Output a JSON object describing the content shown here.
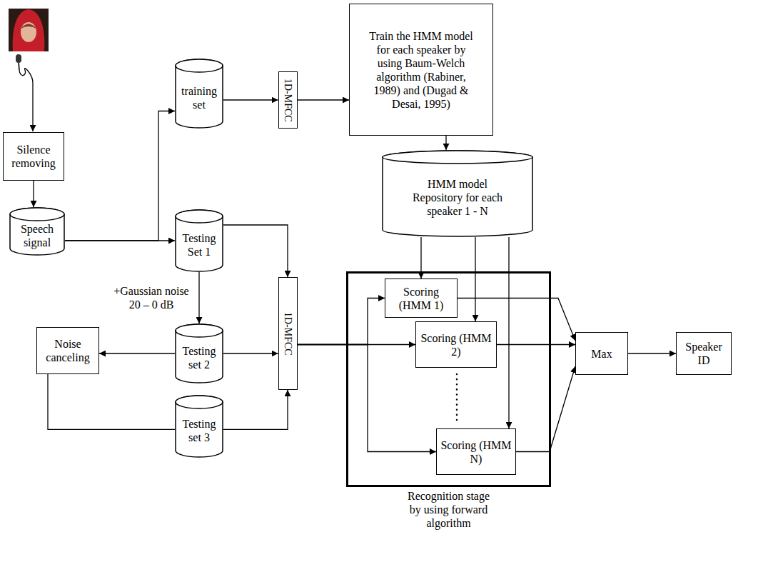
{
  "diagram": {
    "nodes": [
      {
        "text": [
          "Silence removing"
        ]
      },
      {
        "text": [
          "Speech signal"
        ]
      },
      {
        "text": [
          "training set"
        ]
      },
      {
        "text": [
          "1D-MFCC"
        ]
      },
      {
        "text": [
          "Train the HMM model for each speaker by using Baum-Welch algorithm (Rabiner, 1989) and (Dugad & Desai, 1995)"
        ]
      },
      {
        "text": [
          "HMM model Repository for each speaker 1 - N"
        ]
      },
      {
        "text": [
          "Testing Set 1"
        ]
      },
      {
        "text": [
          "1D-MFCC"
        ]
      },
      {
        "text": [
          "Testing set 2"
        ]
      },
      {
        "text": [
          "Noise canceling"
        ]
      },
      {
        "text": [
          "Testing set 3"
        ]
      },
      {
        "text": [
          "Recognition stage by using forward algorithm"
        ]
      },
      {
        "text": [
          "Scoring (HMM 1)"
        ],
        "in": 11
      },
      {
        "text": [
          "Scoring (HMM 2)"
        ],
        "in": 11
      },
      {
        "text": [
          "Scoring (HMM N)"
        ],
        "in": 11
      },
      {
        "text": [
          "Max"
        ]
      },
      {
        "text": [
          "Speaker ID"
        ]
      }
    ],
    "edges": [
      {
        "from": 0,
        "to": 1,
        "arrow": "to"
      },
      {
        "from": 1,
        "to": 2,
        "arrow": "to"
      },
      {
        "from": 1,
        "to": 6,
        "arrow": "to"
      },
      {
        "from": 2,
        "to": 3,
        "arrow": "to"
      },
      {
        "from": 3,
        "to": 4,
        "arrow": "to"
      },
      {
        "from": 4,
        "to": 5,
        "arrow": "to"
      },
      {
        "from": 5,
        "to": 12,
        "arrow": "to"
      },
      {
        "from": 5,
        "to": 13,
        "arrow": "to"
      },
      {
        "from": 5,
        "to": 14,
        "arrow": "to"
      },
      {
        "from": 6,
        "to": 7,
        "arrow": "to"
      },
      {
        "from": 6,
        "to": 8,
        "label": "+Gaussian noise 20 – 0 dB",
        "arrow": "to"
      },
      {
        "from": 8,
        "to": 7,
        "arrow": "to"
      },
      {
        "from": 8,
        "to": 9,
        "arrow": "to"
      },
      {
        "from": 9,
        "to": 10,
        "arrow": "none"
      },
      {
        "from": 10,
        "to": 7,
        "arrow": "to"
      },
      {
        "from": 7,
        "to": 12,
        "arrow": "to"
      },
      {
        "from": 7,
        "to": 13,
        "arrow": "to"
      },
      {
        "from": 7,
        "to": 14,
        "arrow": "to"
      },
      {
        "from": 12,
        "to": 15,
        "arrow": "to"
      },
      {
        "from": 13,
        "to": 15,
        "arrow": "to"
      },
      {
        "from": 14,
        "to": 15,
        "arrow": "to"
      },
      {
        "from": 15,
        "to": 16,
        "arrow": "to"
      }
    ]
  }
}
